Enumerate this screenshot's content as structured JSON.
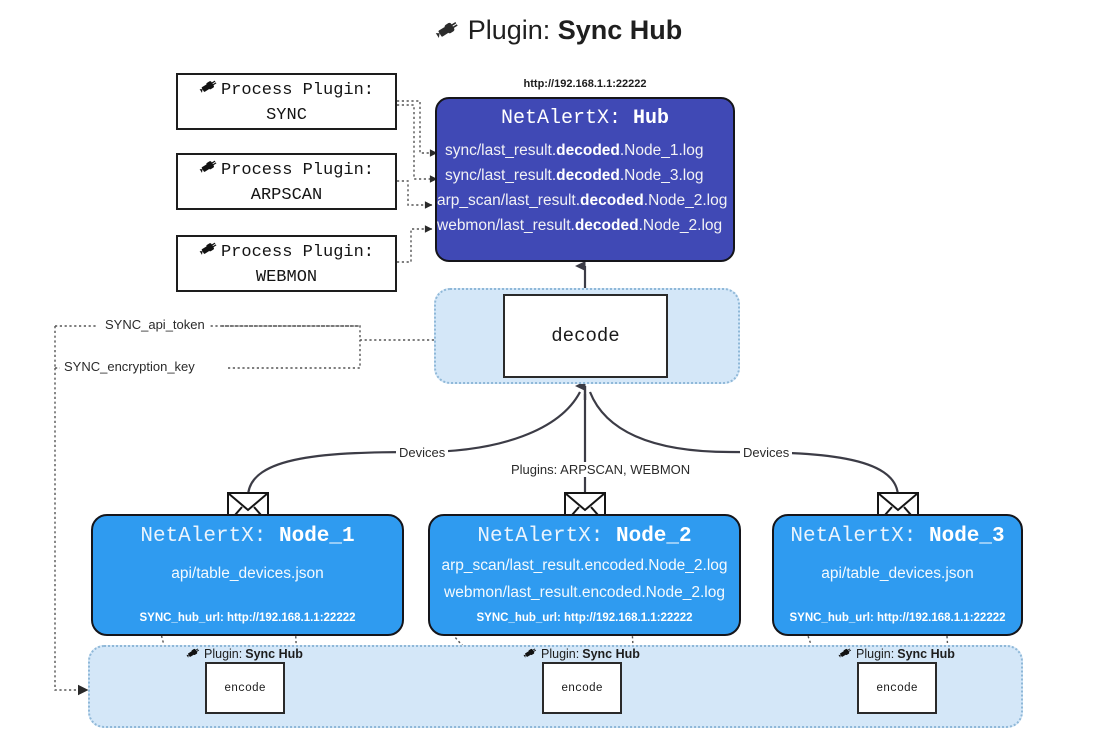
{
  "title": {
    "icon": "plug-icon",
    "lead": "Plugin:",
    "strong": "Sync Hub"
  },
  "process_plugins": [
    {
      "icon": "plug-icon",
      "line1": "Process Plugin:",
      "line2": "SYNC"
    },
    {
      "icon": "plug-icon",
      "line1": "Process Plugin:",
      "line2": "ARPSCAN"
    },
    {
      "icon": "plug-icon",
      "line1": "Process Plugin:",
      "line2": "WEBMON"
    }
  ],
  "hub": {
    "url": "http://192.168.1.1:22222",
    "name": "NetAlertX:",
    "label": "Hub",
    "logs": [
      {
        "pre": "sync/last_result.",
        "mid": "decoded",
        "post": ".Node_1.log"
      },
      {
        "pre": "sync/last_result.",
        "mid": "decoded",
        "post": ".Node_3.log"
      },
      {
        "pre": "arp_scan/last_result.",
        "mid": "decoded",
        "post": ".Node_2.log"
      },
      {
        "pre": "webmon/last_result.",
        "mid": "decoded",
        "post": ".Node_2.log"
      }
    ]
  },
  "decode": {
    "label": "decode"
  },
  "settings": {
    "api_token": "SYNC_api_token",
    "encryption_key": "SYNC_encryption_key"
  },
  "edge_labels": {
    "devices_left": "Devices",
    "devices_right": "Devices",
    "plugins_center": "Plugins: ARPSCAN, WEBMON"
  },
  "nodes": [
    {
      "icon": "envelope-icon",
      "name": "NetAlertX:",
      "label": "Node_1",
      "lines": [
        "api/table_devices.json"
      ],
      "hub_url": "SYNC_hub_url: http://192.168.1.1:22222"
    },
    {
      "icon": "envelope-icon",
      "name": "NetAlertX:",
      "label": "Node_2",
      "lines": [
        "arp_scan/last_result.encoded.Node_2.log",
        "webmon/last_result.encoded.Node_2.log"
      ],
      "hub_url": "SYNC_hub_url: http://192.168.1.1:22222"
    },
    {
      "icon": "envelope-icon",
      "name": "NetAlertX:",
      "label": "Node_3",
      "lines": [
        "api/table_devices.json"
      ],
      "hub_url": "SYNC_hub_url: http://192.168.1.1:22222"
    }
  ],
  "encoders": [
    {
      "tag_icon": "plug-icon",
      "tag_lead": "Plugin:",
      "tag_strong": "Sync Hub",
      "label": "encode"
    },
    {
      "tag_icon": "plug-icon",
      "tag_lead": "Plugin:",
      "tag_strong": "Sync Hub",
      "label": "encode"
    },
    {
      "tag_icon": "plug-icon",
      "tag_lead": "Plugin:",
      "tag_strong": "Sync Hub",
      "label": "encode"
    }
  ],
  "colors": {
    "hub_fill": "#4049b5",
    "node_fill": "#2f9bf0",
    "region_fill": "#d4e7f8",
    "region_border": "#8fb8d8",
    "stroke": "#2a2a2a",
    "background": "#ffffff"
  }
}
